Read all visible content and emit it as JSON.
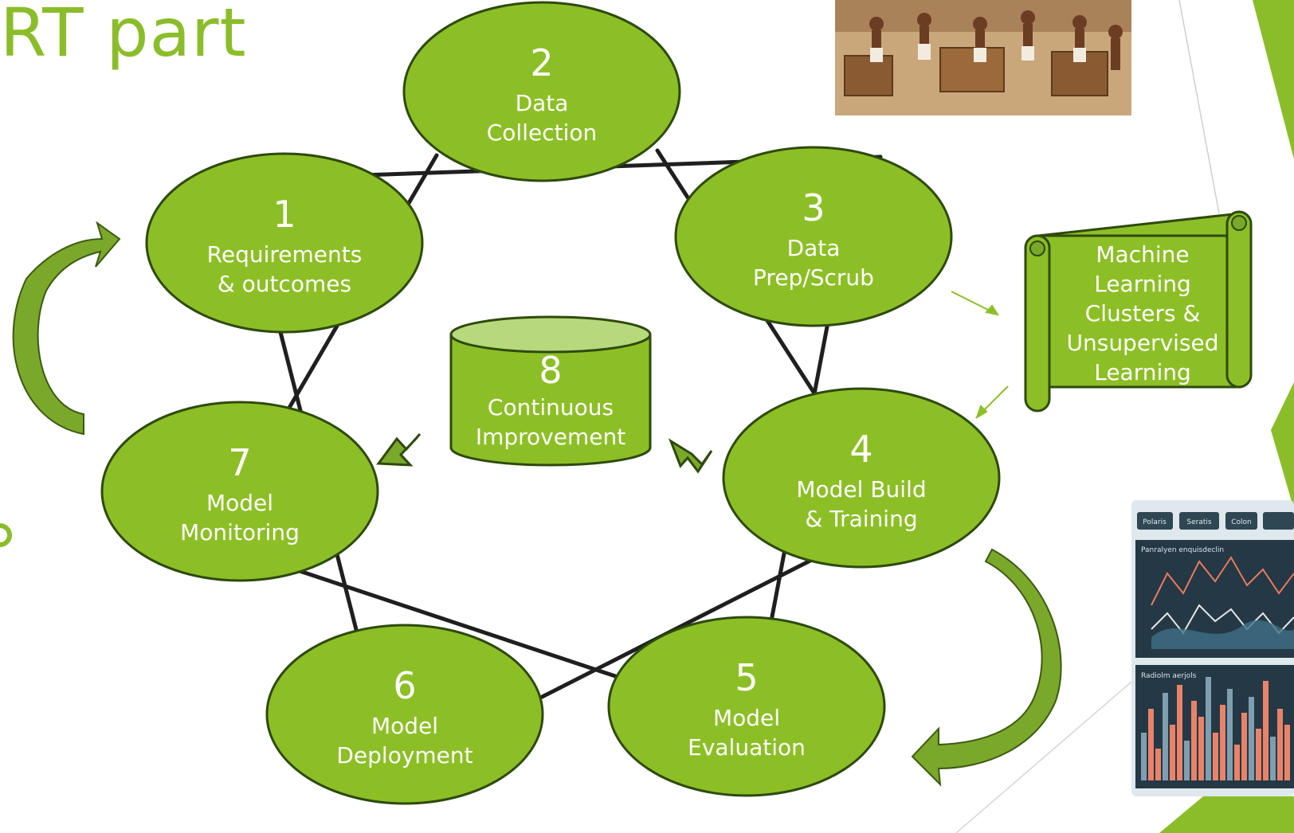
{
  "slide": {
    "title_fragment": "RT part"
  },
  "colors": {
    "node_fill": "#8cbf26",
    "node_stroke": "#2e4a0c",
    "arrow_fill": "#7aa82a",
    "arrow_stroke": "#3d5a12",
    "database_top": "#b7d97c",
    "accent_deco": "#8bbd2a"
  },
  "nodes": [
    {
      "id": "1",
      "number": "1",
      "lines": [
        "Requirements",
        "& outcomes"
      ]
    },
    {
      "id": "2",
      "number": "2",
      "lines": [
        "Data",
        "Collection"
      ]
    },
    {
      "id": "3",
      "number": "3",
      "lines": [
        "Data",
        "Prep/Scrub"
      ]
    },
    {
      "id": "4",
      "number": "4",
      "lines": [
        "Model Build",
        "& Training"
      ]
    },
    {
      "id": "5",
      "number": "5",
      "lines": [
        "Model",
        "Evaluation"
      ]
    },
    {
      "id": "6",
      "number": "6",
      "lines": [
        "Model",
        "Deployment"
      ]
    },
    {
      "id": "7",
      "number": "7",
      "lines": [
        "Model",
        "Monitoring"
      ]
    }
  ],
  "center": {
    "number": "8",
    "lines": [
      "Continuous",
      "Improvement"
    ]
  },
  "scroll_note": {
    "lines": [
      "Machine",
      "Learning",
      "Clusters &",
      "Unsupervised",
      "Learning"
    ]
  },
  "thumbnail_dashboard": {
    "buttons": [
      "Polaris",
      "Seratis",
      "Colon"
    ],
    "panel1_title": "Panralyen enquisdeclin",
    "panel2_title": "Radiolm aerjols"
  },
  "icons": {
    "photo": "workers-carrying-crates-illustration",
    "dashboard": "analytics-dashboard-thumbnail"
  }
}
